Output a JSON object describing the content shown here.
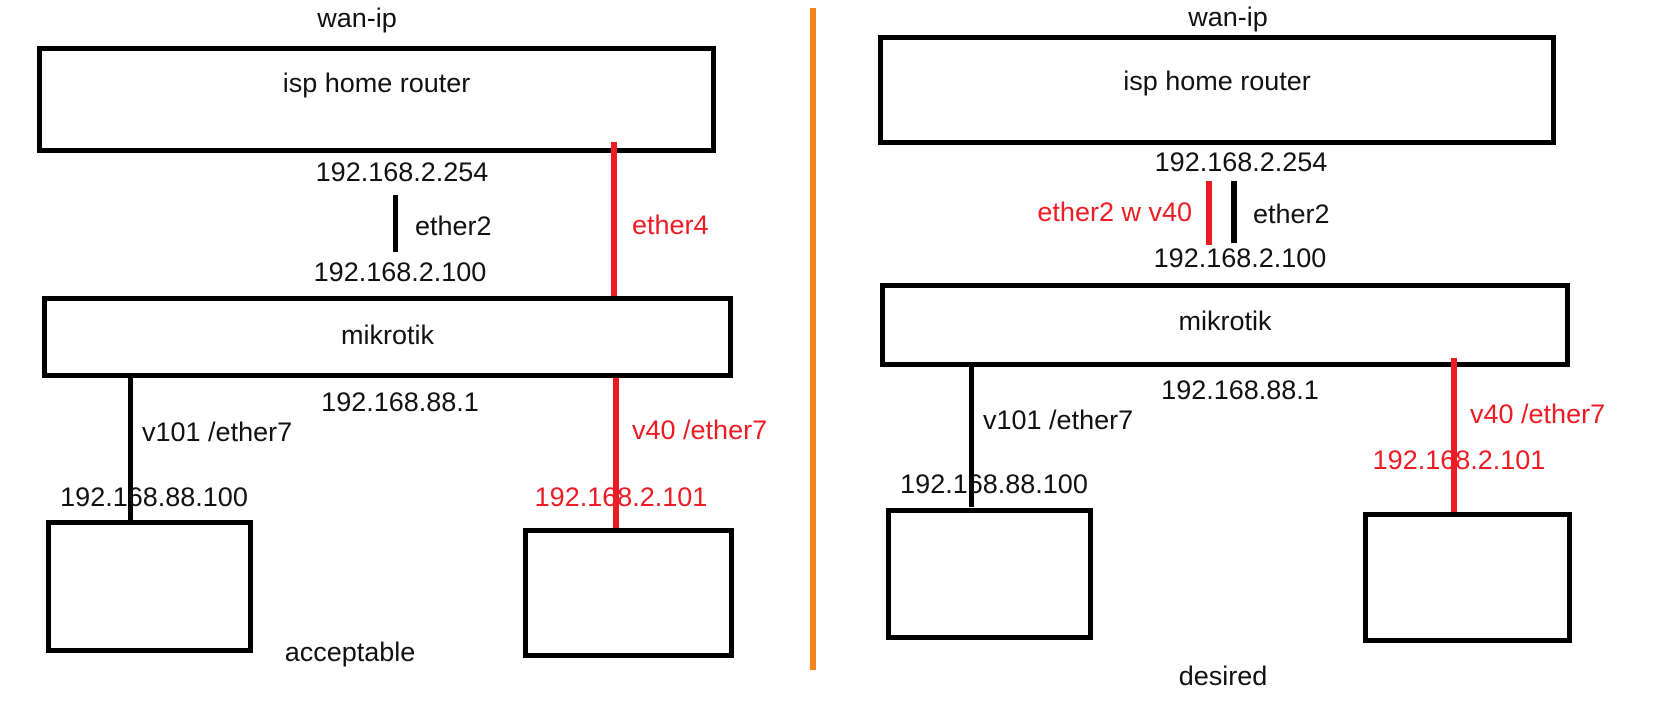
{
  "colors": {
    "line_black": "#000000",
    "accent_red": "#ed1c24",
    "divider_orange": "#f5821f",
    "background": "#ffffff"
  },
  "left": {
    "caption": "acceptable",
    "wan_label": "wan-ip",
    "router_name": "isp home router",
    "router_lan_ip": "192.168.2.254",
    "uplink_label": "ether2",
    "uplink_red_label": "ether4",
    "mikrotik_wan_ip": "192.168.2.100",
    "mikrotik_name": "mikrotik",
    "mikrotik_lan_ip": "192.168.88.1",
    "lan_link_label": "v101 /ether7",
    "lan_client_ip": "192.168.88.100",
    "vlan_link_label": "v40 /ether7",
    "vlan_client_ip": "192.168.2.101"
  },
  "right": {
    "caption": "desired",
    "wan_label": "wan-ip",
    "router_name": "isp home router",
    "router_lan_ip": "192.168.2.254",
    "uplink_red_label": "ether2 w v40",
    "uplink_label": "ether2",
    "mikrotik_wan_ip": "192.168.2.100",
    "mikrotik_name": "mikrotik",
    "mikrotik_lan_ip": "192.168.88.1",
    "lan_link_label": "v101 /ether7",
    "lan_client_ip": "192.168.88.100",
    "vlan_link_label": "v40 /ether7",
    "vlan_client_ip": "192.168.2.101"
  }
}
